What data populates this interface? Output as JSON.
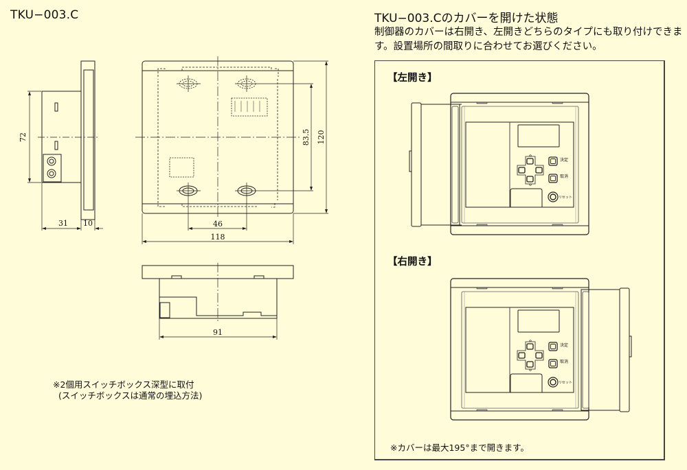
{
  "left_section": {
    "title": "TKU−003.C",
    "note_line1": "※2個用スイッチボックス深型に取付",
    "note_line2": "(スイッチボックスは通常の埋込方法)",
    "dimensions": {
      "side_height": "72",
      "side_depth": "31",
      "side_cover": "10",
      "front_hole_pitch_v": "83.5",
      "front_height": "120",
      "front_hole_pitch_h": "46",
      "front_width": "118",
      "bottom_width": "91"
    }
  },
  "right_section": {
    "title": "TKU−003.Cのカバーを開けた状態",
    "description": "制御器のカバーは右開き、左開きどちらのタイプにも取り付けできます。設置場所の間取りに合わせてお選びください。",
    "left_open_label": "【左開き】",
    "right_open_label": "【右開き】",
    "note": "※カバーは最大195°まで開きます。",
    "device_buttons": {
      "confirm": "決定",
      "cancel": "取消",
      "reset": "リセット"
    }
  },
  "colors": {
    "background": "#fffcda",
    "line": "#222222",
    "panel_border": "#444444"
  }
}
